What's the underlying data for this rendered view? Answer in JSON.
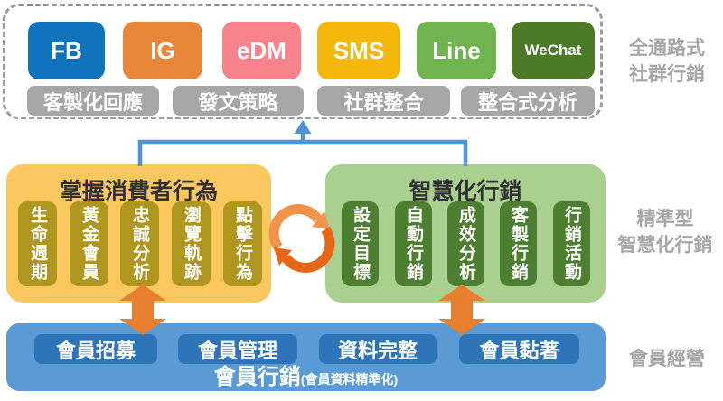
{
  "top_section": {
    "side_label_lines": [
      "全通路式",
      "社群行銷"
    ],
    "channels": [
      {
        "label": "FB",
        "color": "#0e72bc"
      },
      {
        "label": "IG",
        "color": "#e8873a"
      },
      {
        "label": "eDM",
        "color": "#f8838c"
      },
      {
        "label": "SMS",
        "color": "#f5b70a"
      },
      {
        "label": "Line",
        "color": "#6fb44e"
      },
      {
        "label": "WeChat",
        "color": "#4c7a28"
      }
    ],
    "capabilities": [
      "客製化回應",
      "發文策略",
      "社群整合",
      "整合式分析"
    ]
  },
  "middle_section": {
    "side_label_lines": [
      "精準型",
      "智慧化行銷"
    ],
    "consumer_panel": {
      "title": "掌握消費者行為",
      "items": [
        "生命週期",
        "黃金會員",
        "忠誠分析",
        "瀏覽軌跡",
        "點擊行為"
      ]
    },
    "smart_panel": {
      "title": "智慧化行銷",
      "items": [
        "設定目標",
        "自動行銷",
        "成效分析",
        "客製行銷",
        "行銷活動"
      ]
    }
  },
  "bottom_section": {
    "side_label": "會員經營",
    "buttons": [
      "會員招募",
      "會員管理",
      "資料完整",
      "會員黏著"
    ],
    "caption_main": "會員行銷",
    "caption_sub": "(會員資料精準化)"
  },
  "colors": {
    "panel_yellow": "#fbc860",
    "item_olive": "#af961e",
    "panel_green": "#a9d08e",
    "item_green": "#4e7e32",
    "panel_blue": "#5b9bd5",
    "button_blue": "#2d74b9",
    "capability_gray": "#a6a6a6",
    "connector_blue": "#4f94d8",
    "arrow_orange": "#e87f2e",
    "cycle_orange_light": "#f0944c",
    "cycle_orange_dark": "#e56717",
    "dashed_border_gray": "#9c9c9c"
  }
}
